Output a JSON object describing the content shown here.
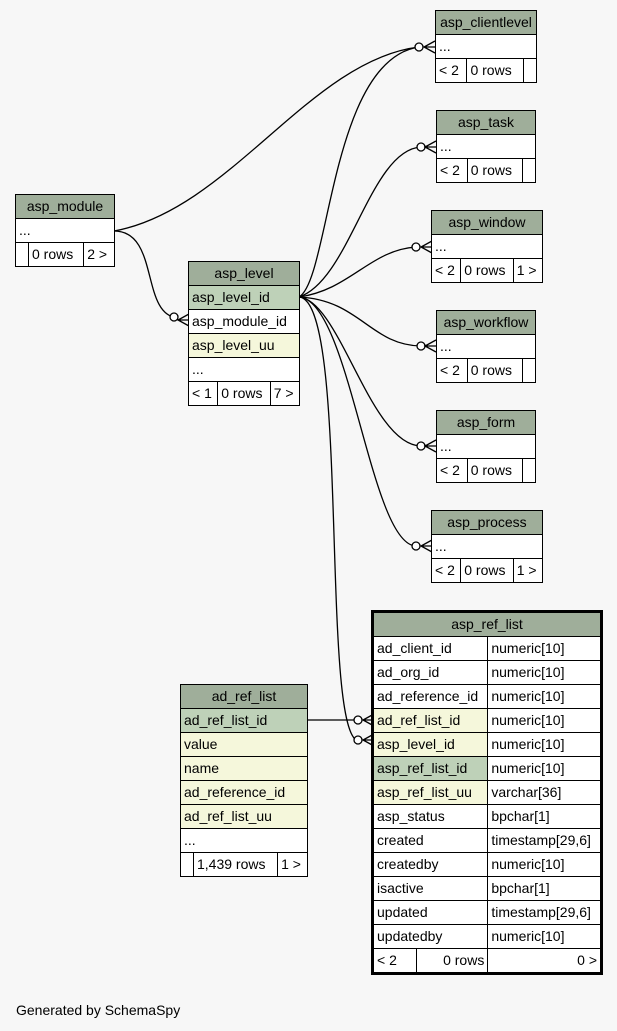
{
  "tables": {
    "asp_clientlevel": {
      "name": "asp_clientlevel",
      "rows": [
        "..."
      ],
      "footer": {
        "parents": "< 2",
        "rows": "0 rows",
        "children": ""
      }
    },
    "asp_task": {
      "name": "asp_task",
      "rows": [
        "..."
      ],
      "footer": {
        "parents": "< 2",
        "rows": "0 rows",
        "children": ""
      }
    },
    "asp_window": {
      "name": "asp_window",
      "rows": [
        "..."
      ],
      "footer": {
        "parents": "< 2",
        "rows": "0 rows",
        "children": "1 >"
      }
    },
    "asp_workflow": {
      "name": "asp_workflow",
      "rows": [
        "..."
      ],
      "footer": {
        "parents": "< 2",
        "rows": "0 rows",
        "children": ""
      }
    },
    "asp_form": {
      "name": "asp_form",
      "rows": [
        "..."
      ],
      "footer": {
        "parents": "< 2",
        "rows": "0 rows",
        "children": ""
      }
    },
    "asp_process": {
      "name": "asp_process",
      "rows": [
        "..."
      ],
      "footer": {
        "parents": "< 2",
        "rows": "0 rows",
        "children": "1 >"
      }
    },
    "asp_module": {
      "name": "asp_module",
      "rows": [
        "..."
      ],
      "footer": {
        "parents": "",
        "rows": "0 rows",
        "children": "2 >"
      }
    },
    "asp_level": {
      "name": "asp_level",
      "rows": [
        "asp_level_id",
        "asp_module_id",
        "asp_level_uu",
        "..."
      ],
      "footer": {
        "parents": "< 1",
        "rows": "0 rows",
        "children": "7 >"
      }
    },
    "ad_ref_list": {
      "name": "ad_ref_list",
      "rows": [
        "ad_ref_list_id",
        "value",
        "name",
        "ad_reference_id",
        "ad_ref_list_uu",
        "..."
      ],
      "footer": {
        "parents": "",
        "rows": "1,439 rows",
        "children": "1 >"
      }
    },
    "asp_ref_list": {
      "name": "asp_ref_list",
      "columns": [
        {
          "name": "ad_client_id",
          "type": "numeric[10]"
        },
        {
          "name": "ad_org_id",
          "type": "numeric[10]"
        },
        {
          "name": "ad_reference_id",
          "type": "numeric[10]"
        },
        {
          "name": "ad_ref_list_id",
          "type": "numeric[10]"
        },
        {
          "name": "asp_level_id",
          "type": "numeric[10]"
        },
        {
          "name": "asp_ref_list_id",
          "type": "numeric[10]"
        },
        {
          "name": "asp_ref_list_uu",
          "type": "varchar[36]"
        },
        {
          "name": "asp_status",
          "type": "bpchar[1]"
        },
        {
          "name": "created",
          "type": "timestamp[29,6]"
        },
        {
          "name": "createdby",
          "type": "numeric[10]"
        },
        {
          "name": "isactive",
          "type": "bpchar[1]"
        },
        {
          "name": "updated",
          "type": "timestamp[29,6]"
        },
        {
          "name": "updatedby",
          "type": "numeric[10]"
        }
      ],
      "footer": {
        "parents": "< 2",
        "rows": "0 rows",
        "children": "0 >"
      }
    }
  },
  "colors": {
    "header": "#9fae9a",
    "primary_key": "#bed1b8",
    "indexed": "#f5f7db",
    "background": "#f7f7f7"
  },
  "footer_text": "Generated by SchemaSpy"
}
